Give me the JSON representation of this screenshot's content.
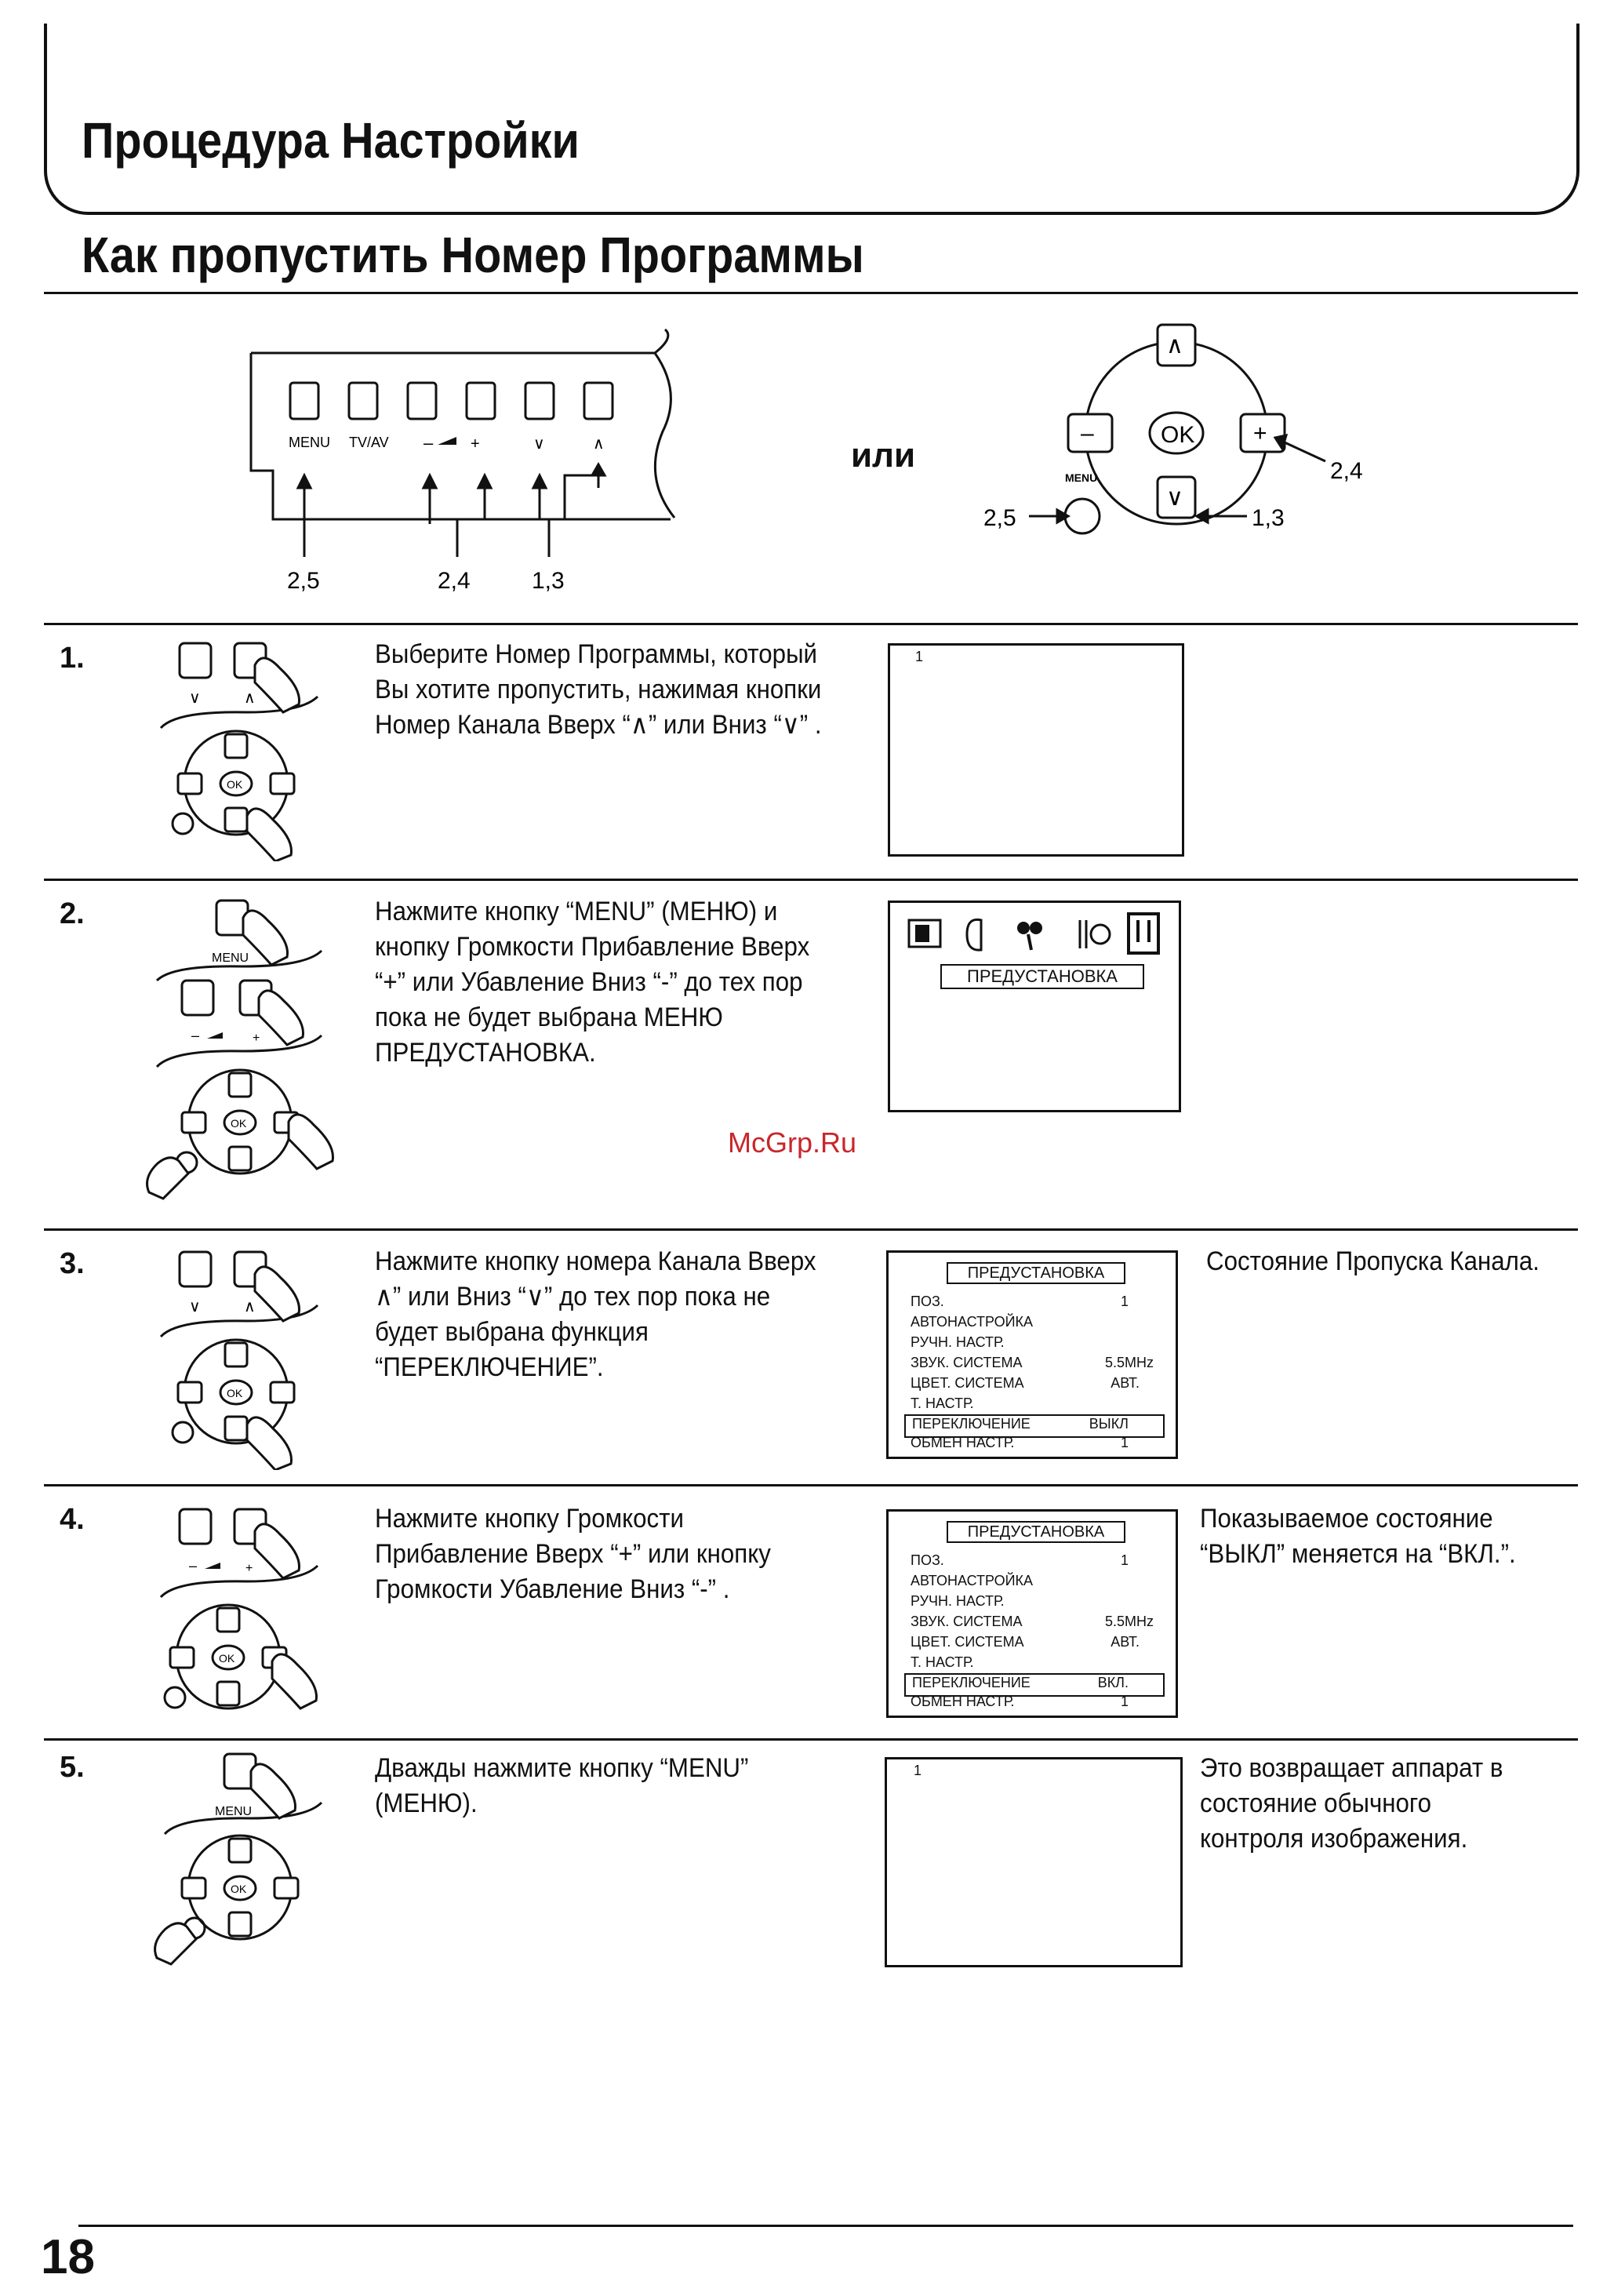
{
  "header": {
    "section_title": "Процедура Настройки",
    "page_title": "Как пропустить Номер Программы"
  },
  "diagram": {
    "panel_labels": [
      "MENU",
      "TV/AV",
      "–",
      "+",
      "∨",
      "∧"
    ],
    "panel_callouts": [
      "2,5",
      "2,4",
      "1,3"
    ],
    "or_label": "или",
    "remote_ok": "OK",
    "remote_menu": "MENU",
    "remote_callouts": {
      "plus": "2,4",
      "menu": "2,5",
      "down": "1,3"
    }
  },
  "steps": [
    {
      "num": "1.",
      "text": [
        "Выберите Номер Программы, который",
        "Вы хотите пропустить, нажимая кнопки",
        "Номер Канала Вверх “∧” или Вниз “∨” ."
      ],
      "screen_channel": "1",
      "note": []
    },
    {
      "num": "2.",
      "text": [
        "Нажмите кнопку “MENU” (МЕНЮ) и",
        "кнопку Громкости Прибавление Вверх",
        "“+” или Убавление Вниз “-” до тех пор",
        "пока не будет выбрана МЕНЮ",
        "ПРЕДУСТАНОВКА."
      ],
      "screen_label": "ПРЕДУСТАНОВКА",
      "note": []
    },
    {
      "num": "3.",
      "text": [
        "Нажмите кнопку номера Канала Вверх",
        " ∧” или Вниз “∨” до тех пор пока не",
        "будет выбрана функция",
        "“ПЕРЕКЛЮЧЕНИЕ”."
      ],
      "note": [
        "Состояние Пропуска Канала."
      ]
    },
    {
      "num": "4.",
      "text": [
        "Нажмите кнопку Громкости",
        "Прибавление Вверх “+” или кнопку",
        "Громкости Убавление Вниз “-” ."
      ],
      "note": [
        "Показываемое состояние",
        "“ВЫКЛ” меняется на “ВКЛ.”."
      ]
    },
    {
      "num": "5.",
      "text": [
        "Дважды нажмите кнопку “MENU”",
        "(МЕНЮ)."
      ],
      "screen_channel": "1",
      "note": [
        "Это возвращает аппарат в",
        "состояние обычного",
        "контроля изображения."
      ]
    }
  ],
  "preset_menu_step3": {
    "title": "ПРЕДУСТАНОВКА",
    "rows": [
      {
        "label": "ПОЗ.",
        "value": "1"
      },
      {
        "label": "АВТОНАСТРОЙКА",
        "value": ""
      },
      {
        "label": "РУЧН. НАСТР.",
        "value": ""
      },
      {
        "label": "ЗВУК. СИСТЕМА",
        "value": "5.5MHz"
      },
      {
        "label": "ЦВЕТ. СИСТЕМА",
        "value": "АВТ."
      },
      {
        "label": "Т. НАСТР.",
        "value": ""
      },
      {
        "label": "ПЕРЕКЛЮЧЕНИЕ",
        "value": "ВЫКЛ"
      },
      {
        "label": "ОБМЕН НАСТР.",
        "value": "1"
      }
    ]
  },
  "preset_menu_step4": {
    "title": "ПРЕДУСТАНОВКА",
    "rows": [
      {
        "label": "ПОЗ.",
        "value": "1"
      },
      {
        "label": "АВТОНАСТРОЙКА",
        "value": ""
      },
      {
        "label": "РУЧН. НАСТР.",
        "value": ""
      },
      {
        "label": "ЗВУК. СИСТЕМА",
        "value": "5.5MHz"
      },
      {
        "label": "ЦВЕТ. СИСТЕМА",
        "value": "АВТ."
      },
      {
        "label": "Т. НАСТР.",
        "value": ""
      },
      {
        "label": "ПЕРЕКЛЮЧЕНИЕ",
        "value": "ВКЛ."
      },
      {
        "label": "ОБМЕН НАСТР.",
        "value": "1"
      }
    ]
  },
  "watermark": "McGrp.Ru",
  "page_number": "18"
}
